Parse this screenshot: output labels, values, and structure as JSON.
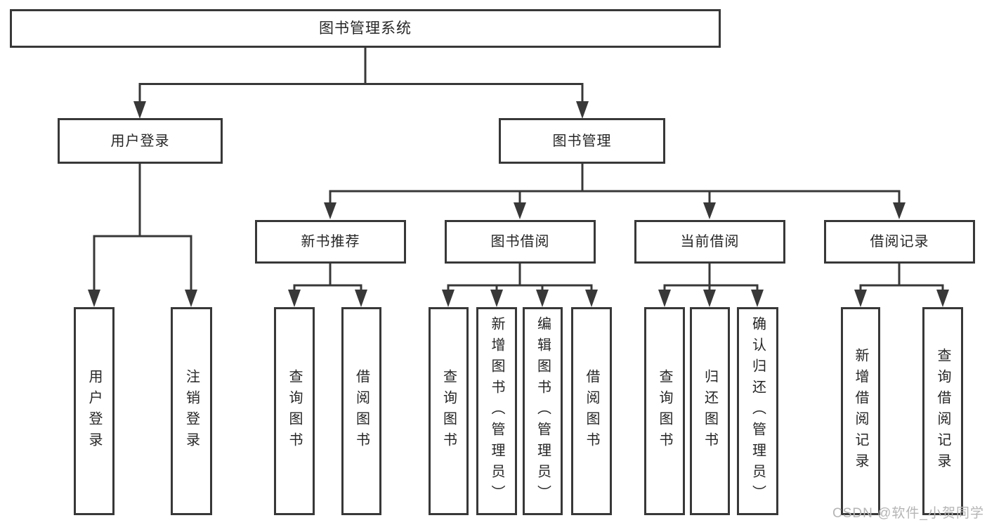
{
  "tree": {
    "root": {
      "label": "图书管理系统"
    },
    "children": [
      {
        "label": "用户登录",
        "children": [
          {
            "label": "用户登录"
          },
          {
            "label": "注销登录"
          }
        ]
      },
      {
        "label": "图书管理",
        "children": [
          {
            "label": "新书推荐",
            "children": [
              {
                "label": "查询图书"
              },
              {
                "label": "借阅图书"
              }
            ]
          },
          {
            "label": "图书借阅",
            "children": [
              {
                "label": "查询图书"
              },
              {
                "label": "新增图书（管理员）"
              },
              {
                "label": "编辑图书（管理员）"
              },
              {
                "label": "借阅图书"
              }
            ]
          },
          {
            "label": "当前借阅",
            "children": [
              {
                "label": "查询图书"
              },
              {
                "label": "归还图书"
              },
              {
                "label": "确认归还（管理员）"
              }
            ]
          },
          {
            "label": "借阅记录",
            "children": [
              {
                "label": "新增借阅记录"
              },
              {
                "label": "查询借阅记录"
              }
            ]
          }
        ]
      }
    ]
  },
  "watermark": {
    "text": "CSDN @软件_小贺同学"
  },
  "colors": {
    "line": "#383838",
    "box_border": "#383838",
    "text": "#262626",
    "watermark": "#b5b5b5",
    "background": "#ffffff"
  }
}
